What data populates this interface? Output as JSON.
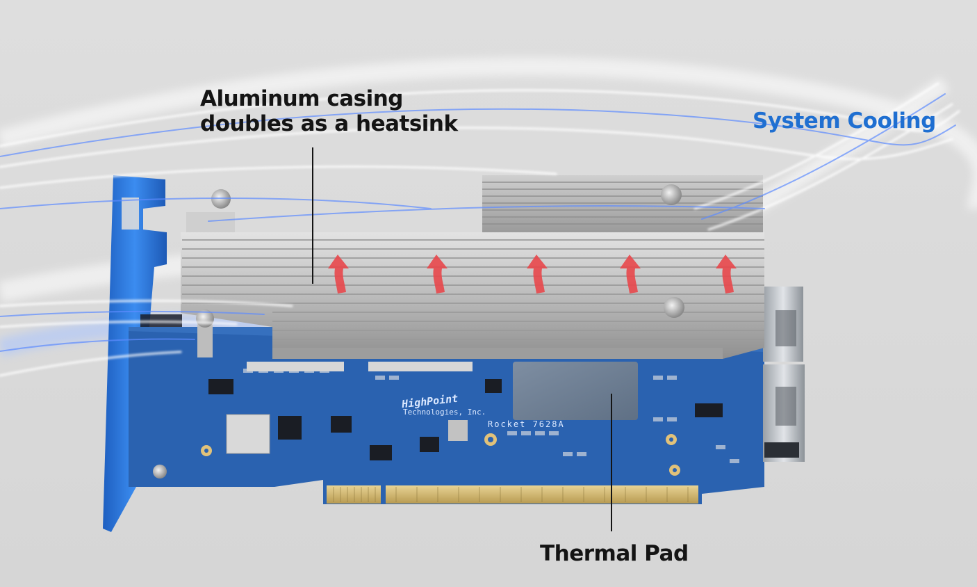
{
  "callouts": {
    "casing": {
      "line1": "Aluminum casing",
      "line2": "doubles as a heatsink"
    },
    "cooling": "System Cooling",
    "pad": "Thermal Pad"
  },
  "board_print": {
    "brand_line1": "HighPoint",
    "brand_line2": "Technologies, Inc.",
    "model": "Rocket 7628A"
  },
  "colors": {
    "background": "#dcdcdc",
    "pcb": "#2a62b0",
    "bracket": "#2d7be0",
    "heatsink": "#b9b9b9",
    "thermal_pad": "#6d7f94",
    "arrows": "#e8474b",
    "cooling_text": "#1f6fd1",
    "airflow": "#5e8cff"
  },
  "icons": {
    "heat_arrows": "heat-up-arrow-icon",
    "screws": "screw-icon"
  }
}
